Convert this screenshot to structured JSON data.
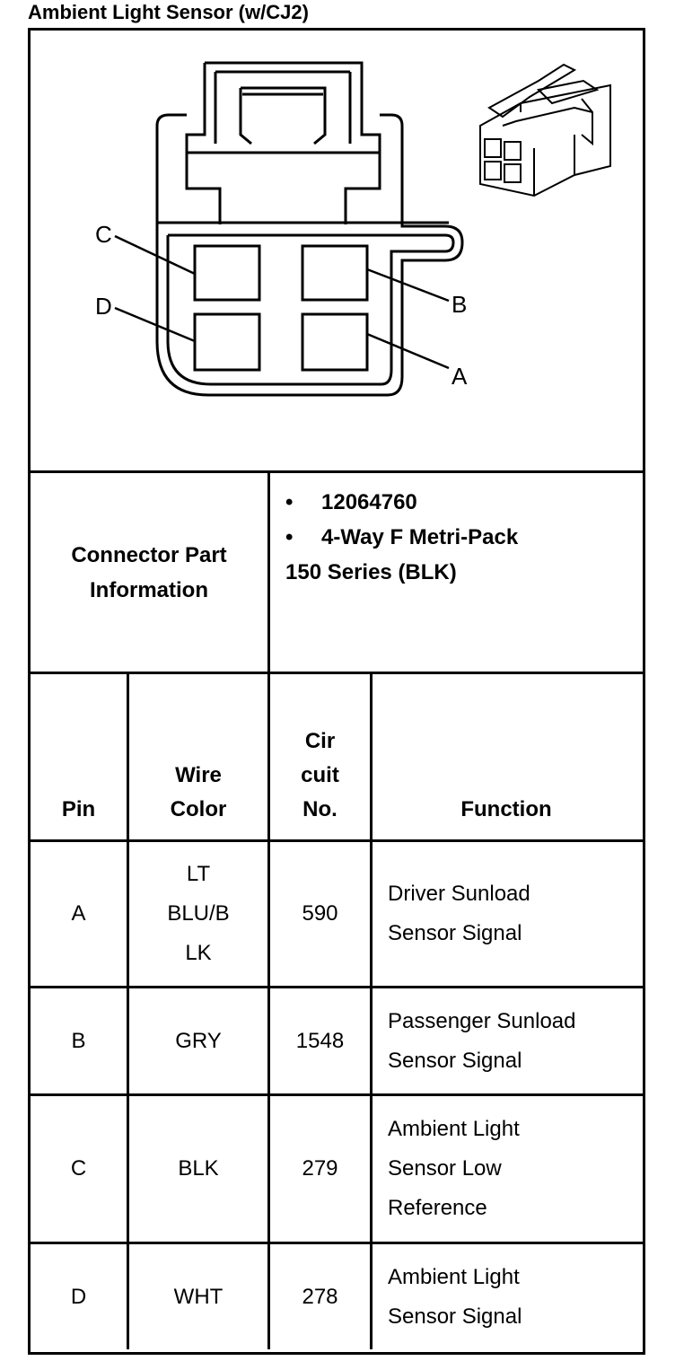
{
  "title": "Ambient Light Sensor (w/CJ2)",
  "diagram": {
    "pin_labels": [
      "C",
      "D",
      "B",
      "A"
    ]
  },
  "connector_info": {
    "label_line1": "Connector Part",
    "label_line2": "Information",
    "bullet_symbol": "•",
    "part_number": "12064760",
    "description_line1": "4-Way F Metri-Pack",
    "description_line2": "150 Series (BLK)"
  },
  "table": {
    "headers": {
      "pin": "Pin",
      "wire_color": [
        "Wire",
        "Color"
      ],
      "circuit": [
        "Cir",
        "cuit",
        "No."
      ],
      "function": "Function"
    },
    "rows": [
      {
        "pin": "A",
        "wire_color": [
          "LT",
          "BLU/B",
          "LK"
        ],
        "circuit": "590",
        "function": [
          "Driver Sunload",
          "Sensor Signal"
        ]
      },
      {
        "pin": "B",
        "wire_color": [
          "GRY"
        ],
        "circuit": "1548",
        "function": [
          "Passenger Sunload",
          "Sensor Signal"
        ]
      },
      {
        "pin": "C",
        "wire_color": [
          "BLK"
        ],
        "circuit": "279",
        "function": [
          "Ambient Light",
          "Sensor Low",
          "Reference"
        ]
      },
      {
        "pin": "D",
        "wire_color": [
          "WHT"
        ],
        "circuit": "278",
        "function": [
          "Ambient Light",
          "Sensor Signal"
        ]
      }
    ]
  }
}
